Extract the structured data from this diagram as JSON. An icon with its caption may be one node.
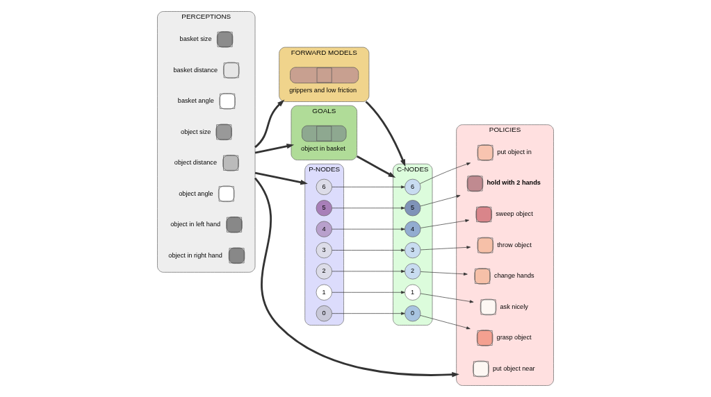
{
  "diagram": {
    "nodes": [
      {
        "text": [
          "PERCEPTIONS"
        ]
      },
      {
        "text": [
          "basket size"
        ],
        "in": 0
      },
      {
        "text": [
          "basket distance"
        ],
        "in": 0
      },
      {
        "text": [
          "basket angle"
        ],
        "in": 0
      },
      {
        "text": [
          "object size"
        ],
        "in": 0
      },
      {
        "text": [
          "object distance"
        ],
        "in": 0
      },
      {
        "text": [
          "object angle"
        ],
        "in": 0
      },
      {
        "text": [
          "object in left hand"
        ],
        "in": 0
      },
      {
        "text": [
          "object in right hand"
        ],
        "in": 0
      },
      {
        "text": [
          "FORWARD MODELS"
        ]
      },
      {
        "text": [
          "grippers and low friction"
        ],
        "in": 9
      },
      {
        "text": [
          "GOALS"
        ]
      },
      {
        "text": [
          "object in basket"
        ],
        "in": 11
      },
      {
        "text": [
          "P-NODES"
        ]
      },
      {
        "text": [
          "6"
        ],
        "in": 13
      },
      {
        "text": [
          "5"
        ],
        "in": 13
      },
      {
        "text": [
          "4"
        ],
        "in": 13
      },
      {
        "text": [
          "3"
        ],
        "in": 13
      },
      {
        "text": [
          "2"
        ],
        "in": 13
      },
      {
        "text": [
          "1"
        ],
        "in": 13
      },
      {
        "text": [
          "0"
        ],
        "in": 13
      },
      {
        "text": [
          "C-NODES"
        ]
      },
      {
        "text": [
          "6"
        ],
        "in": 21
      },
      {
        "text": [
          "5"
        ],
        "in": 21
      },
      {
        "text": [
          "4"
        ],
        "in": 21
      },
      {
        "text": [
          "3"
        ],
        "in": 21
      },
      {
        "text": [
          "2"
        ],
        "in": 21
      },
      {
        "text": [
          "1"
        ],
        "in": 21
      },
      {
        "text": [
          "0"
        ],
        "in": 21
      },
      {
        "text": [
          "POLICIES"
        ]
      },
      {
        "text": [
          "put object near"
        ],
        "in": 29
      },
      {
        "text": [
          "put object in"
        ],
        "in": 29
      },
      {
        "text": [
          "hold with 2 hands"
        ],
        "in": 29
      },
      {
        "text": [
          "sweep object"
        ],
        "in": 29
      },
      {
        "text": [
          "throw object"
        ],
        "in": 29
      },
      {
        "text": [
          "change hands"
        ],
        "in": 29
      },
      {
        "text": [
          "ask nicely"
        ],
        "in": 29
      },
      {
        "text": [
          "grasp object"
        ],
        "in": 29
      }
    ],
    "edges": [
      {
        "from": 0,
        "to": 29,
        "arrow": "to",
        "style": "thick"
      },
      {
        "from": 0,
        "to": 9,
        "arrow": "to",
        "style": "thick"
      },
      {
        "from": 0,
        "to": 11,
        "arrow": "to",
        "style": "thick"
      },
      {
        "from": 0,
        "to": 13,
        "arrow": "to",
        "style": "thick"
      },
      {
        "from": 9,
        "to": 21,
        "arrow": "to",
        "style": "thick"
      },
      {
        "from": 11,
        "to": 21,
        "arrow": "to",
        "style": "thick"
      },
      {
        "from": 14,
        "to": 22,
        "arrow": "to"
      },
      {
        "from": 15,
        "to": 23,
        "arrow": "to"
      },
      {
        "from": 16,
        "to": 24,
        "arrow": "to"
      },
      {
        "from": 17,
        "to": 25,
        "arrow": "to"
      },
      {
        "from": 18,
        "to": 26,
        "arrow": "to"
      },
      {
        "from": 19,
        "to": 27,
        "arrow": "to"
      },
      {
        "from": 20,
        "to": 28,
        "arrow": "to"
      },
      {
        "from": 22,
        "to": 31,
        "arrow": "to"
      },
      {
        "from": 23,
        "to": 32,
        "arrow": "to"
      },
      {
        "from": 24,
        "to": 33,
        "arrow": "to"
      },
      {
        "from": 25,
        "to": 34,
        "arrow": "to"
      },
      {
        "from": 26,
        "to": 35,
        "arrow": "to"
      },
      {
        "from": 27,
        "to": 36,
        "arrow": "to"
      },
      {
        "from": 28,
        "to": 37,
        "arrow": "to"
      }
    ]
  }
}
